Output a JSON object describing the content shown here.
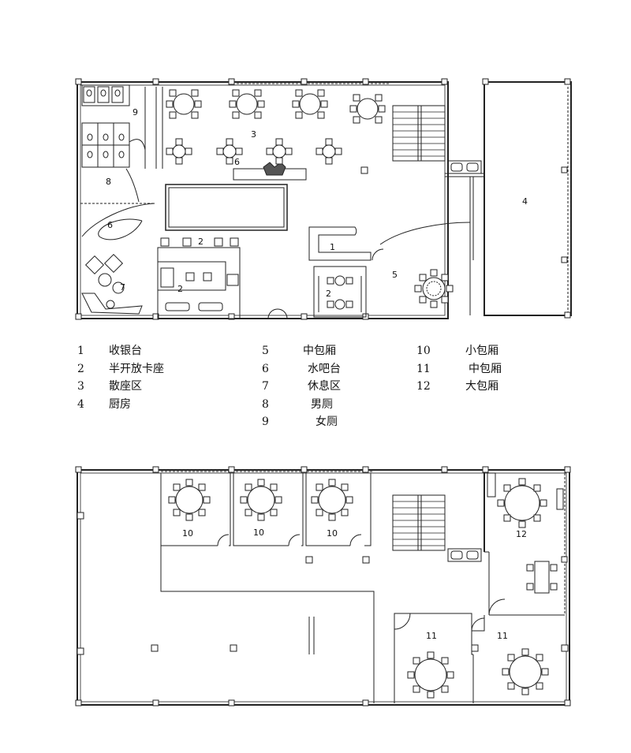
{
  "floor1": {
    "room_labels": [
      "9",
      "3",
      "6",
      "8",
      "6",
      "2",
      "1",
      "2",
      "5",
      "7",
      "2",
      "4"
    ]
  },
  "legend": [
    {
      "num": "1",
      "name": "收银台"
    },
    {
      "num": "2",
      "name": "半开放卡座"
    },
    {
      "num": "3",
      "name": "散座区"
    },
    {
      "num": "4",
      "name": "厨房"
    },
    {
      "num": "5",
      "name": "中包厢"
    },
    {
      "num": "6",
      "name": "水吧台"
    },
    {
      "num": "7",
      "name": "休息区"
    },
    {
      "num": "8",
      "name": "男厕"
    },
    {
      "num": "9",
      "name": "女厕"
    },
    {
      "num": "10",
      "name": "小包厢"
    },
    {
      "num": "11",
      "name": "中包厢"
    },
    {
      "num": "12",
      "name": "大包厢"
    }
  ],
  "floor2": {
    "room_labels": [
      "10",
      "10",
      "10",
      "12",
      "11",
      "11"
    ]
  }
}
